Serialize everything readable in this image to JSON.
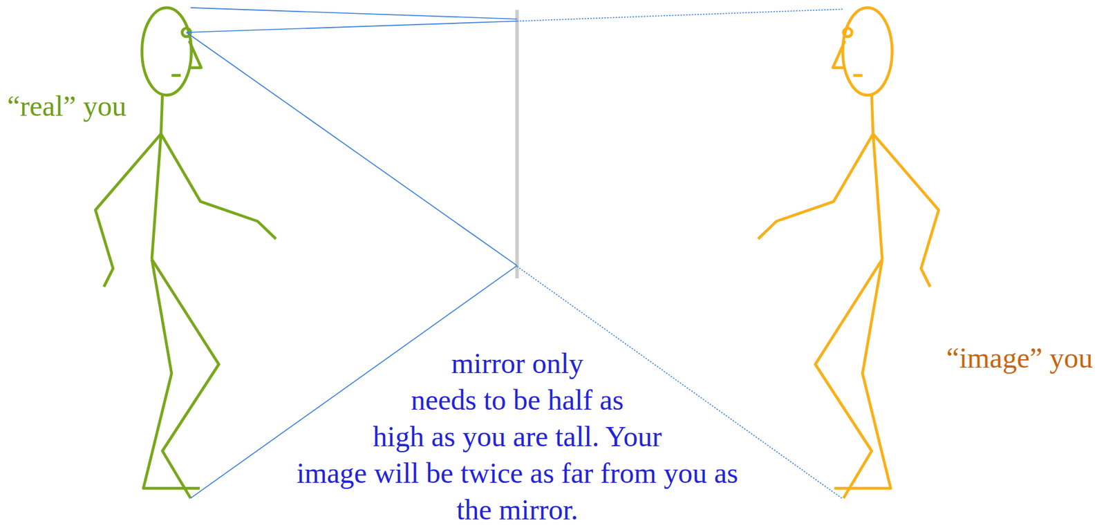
{
  "diagram": {
    "labels": [
      "“real” you",
      "“image” you",
      "mirror only needs to be half as high as you are tall. Your image will be twice as far from you as the mirror."
    ]
  }
}
